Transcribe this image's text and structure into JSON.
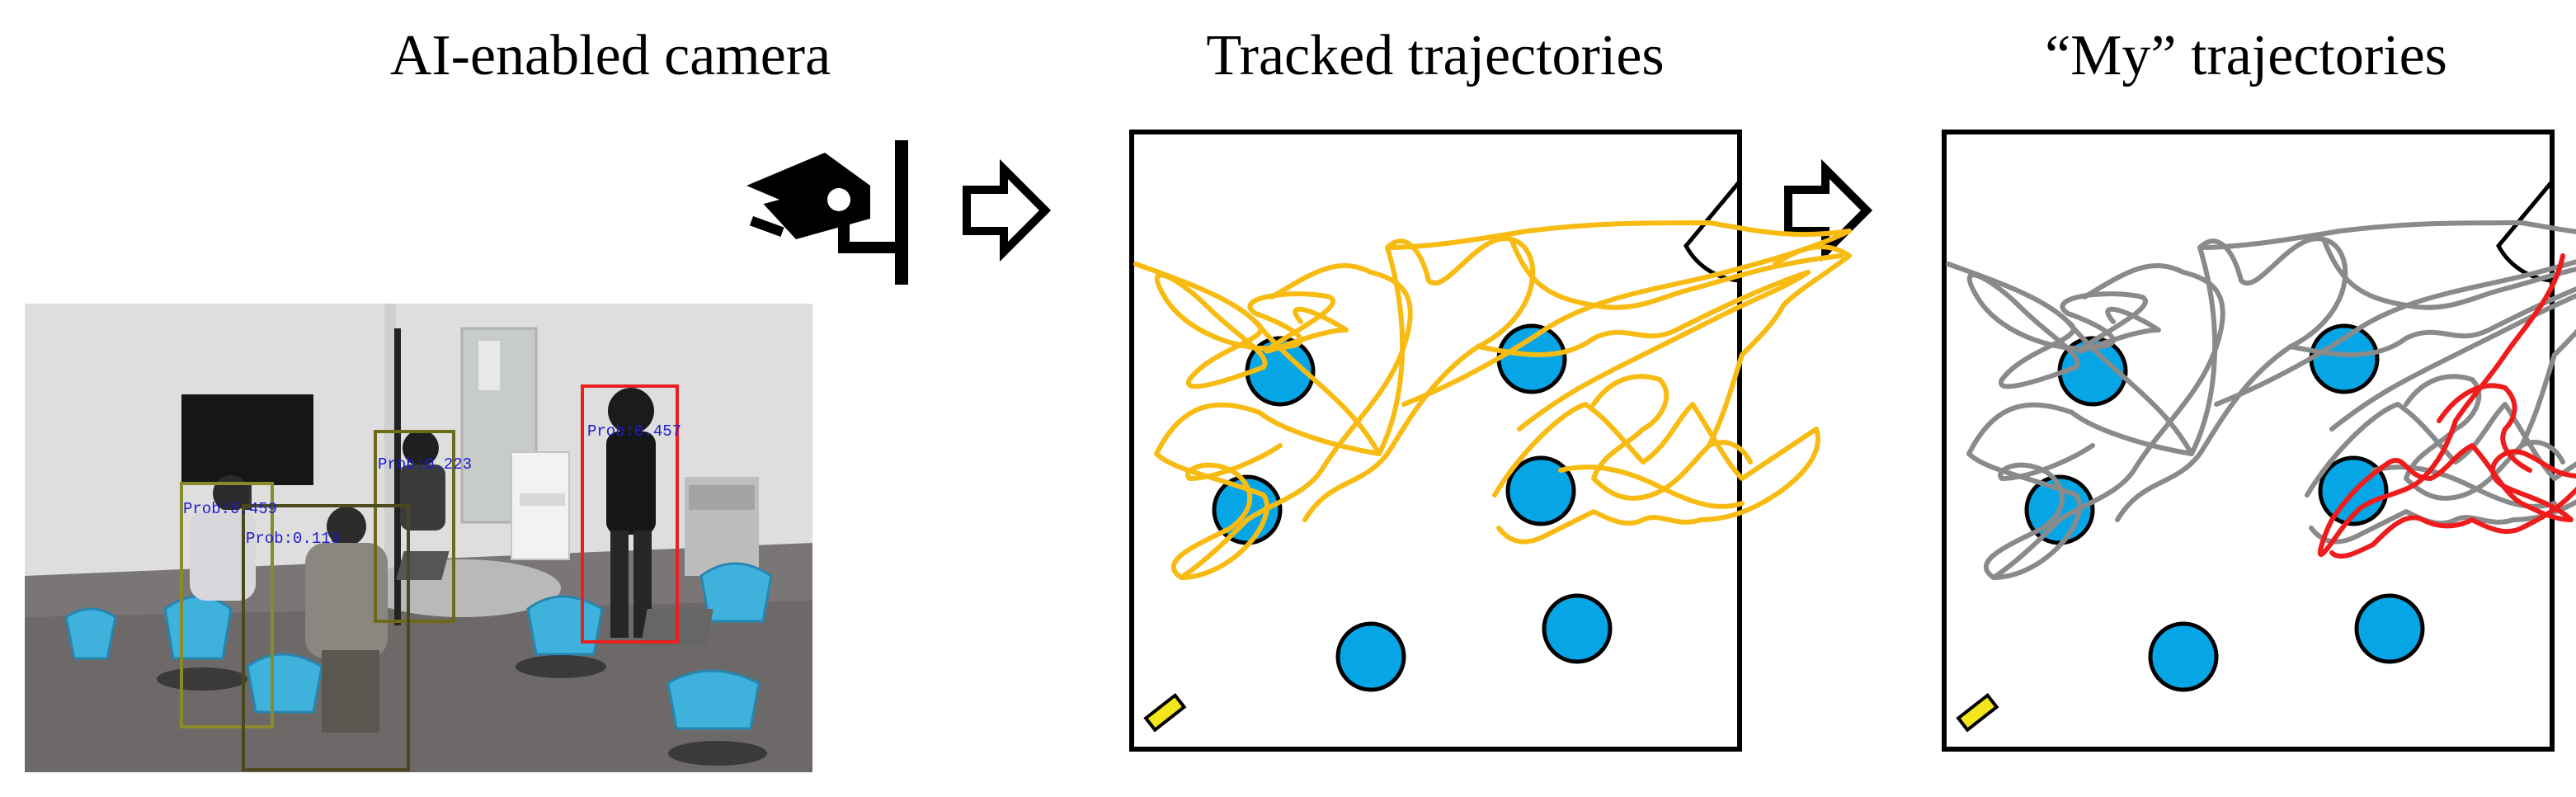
{
  "titles": {
    "camera": "AI-enabled camera",
    "tracked": "Tracked trajectories",
    "mine": "“My” trajectories"
  },
  "photo": {
    "detections": [
      {
        "label": "Prob:0.457",
        "color": "#e82020"
      },
      {
        "label": "Prob:0.223",
        "color": "#6e6a1c"
      },
      {
        "label": "Prob:0.459",
        "color": "#8a8a2a"
      },
      {
        "label": "Prob:0.113",
        "color": "#4a4a1c"
      }
    ]
  },
  "colors": {
    "tracked_path": "#f8bb12",
    "other_path": "#8a8a8a",
    "my_path": "#ee1c1c",
    "table": "#06a6e6",
    "door_marker": "#f4e61c"
  },
  "icons": {
    "camera": "cctv-camera-icon",
    "arrow": "right-arrow-icon"
  }
}
